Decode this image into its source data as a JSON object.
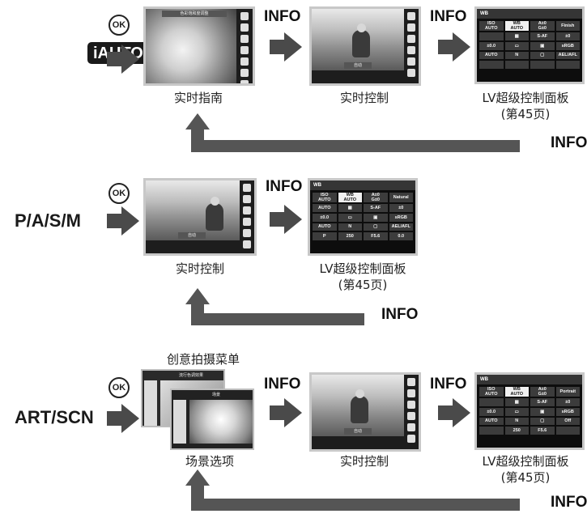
{
  "modes": {
    "iauto": "iAUTO",
    "pasm": "P/A/S/M",
    "artscn": "ART/SCN"
  },
  "ok_button": "OK",
  "info": "INFO",
  "captions": {
    "live_guide": "实时指南",
    "live_control": "实时控制",
    "super_panel_line1": "LV超级控制面板",
    "super_panel_line2": "(第45页)",
    "art_menu": "创意拍摄菜单",
    "scene_select": "场景选项"
  },
  "screens": {
    "iauto_guide_title": "色彩饱和度调整",
    "live_control_label": "自动",
    "panel_wb": "WB",
    "panel_finish": "Finish",
    "panel_natural": "Natural",
    "panel_portrait": "Portrait",
    "scene_menu_title": "场景",
    "art_menu_title": "流行色调效果"
  },
  "colors": {
    "arrow": "#4a4a4a",
    "loop": "#555555"
  }
}
